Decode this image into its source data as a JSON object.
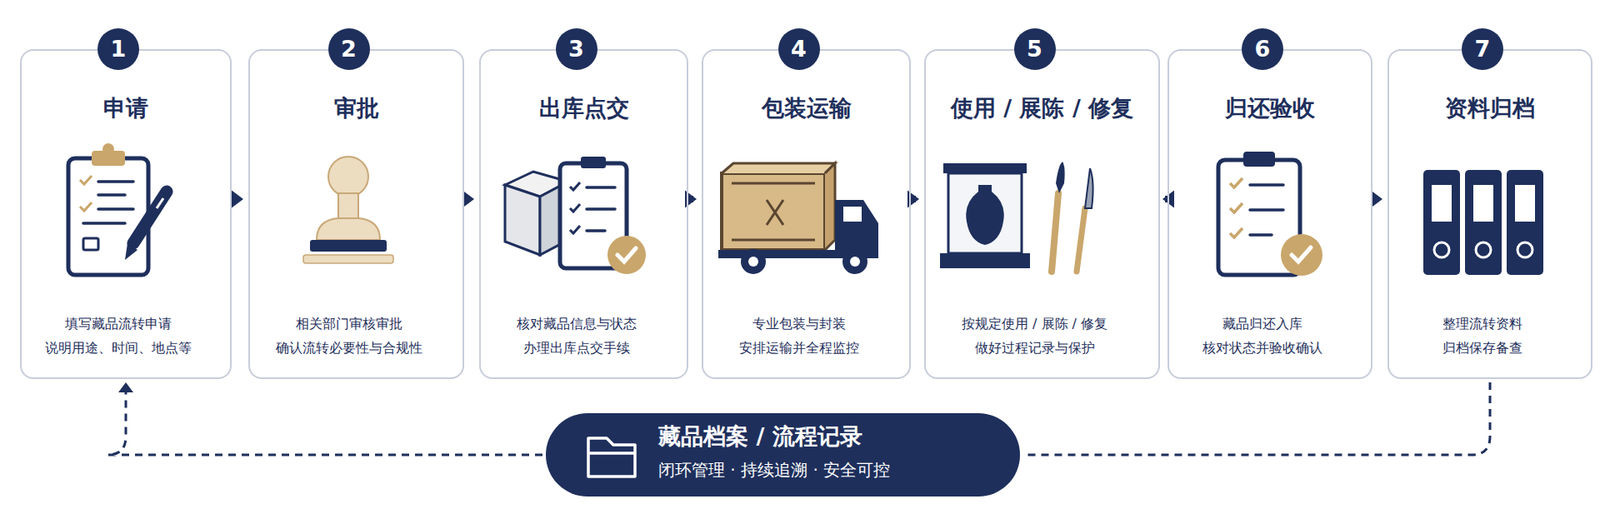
{
  "diagram": {
    "nodes": [
      {
        "text": [
          "1",
          "申请",
          "填写藏品流转申请 说明用途、时间、地点等"
        ]
      },
      {
        "text": [
          "2",
          "审批",
          "相关部门审核审批 确认流转必要性与合规性"
        ]
      },
      {
        "text": [
          "3",
          "出库点交",
          "核对藏品信息与状态 办理出库点交手续"
        ]
      },
      {
        "text": [
          "4",
          "包装运输",
          "专业包装与封装 安排运输并全程监控"
        ]
      },
      {
        "text": [
          "5",
          "使用 / 展陈 / 修复",
          "按规定使用 / 展陈 / 修复 做好过程记录与保护"
        ]
      },
      {
        "text": [
          "6",
          "归还验收",
          "藏品归还入库 核对状态并验收确认"
        ]
      },
      {
        "text": [
          "7",
          "资料归档",
          "整理流转资料 归档保存备查"
        ]
      },
      {
        "text": [
          "藏品档案 / 流程记录",
          "闭环管理 · 持续追溯 · 安全可控"
        ]
      }
    ],
    "edges": [
      {
        "from": 0,
        "to": 1,
        "arrow": "to"
      },
      {
        "from": 1,
        "to": 2,
        "arrow": "to"
      },
      {
        "from": 2,
        "to": 3,
        "arrow": "to"
      },
      {
        "from": 3,
        "to": 4,
        "arrow": "to"
      },
      {
        "from": 4,
        "to": 5,
        "arrow": "to"
      },
      {
        "from": 5,
        "to": 6,
        "arrow": "to"
      },
      {
        "from": 6,
        "to": 7,
        "arrow": "none"
      },
      {
        "from": 7,
        "to": 0,
        "arrow": "to"
      }
    ]
  }
}
